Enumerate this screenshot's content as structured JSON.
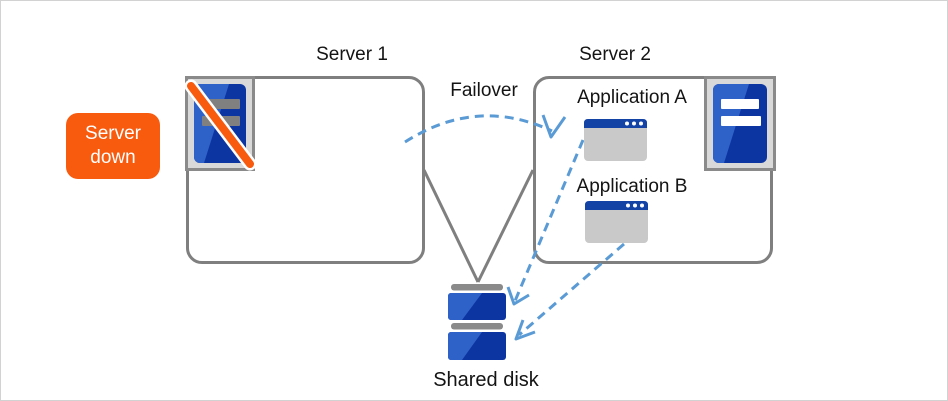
{
  "badge": {
    "label": "Server down"
  },
  "nodes": {
    "server1": {
      "label": "Server 1",
      "status": "down"
    },
    "server2": {
      "label": "Server 2",
      "status": "active"
    },
    "app_a": {
      "label": "Application A"
    },
    "app_b": {
      "label": "Application B"
    },
    "shared_disk": {
      "label": "Shared disk"
    }
  },
  "arrows": {
    "failover": {
      "label": "Failover"
    }
  },
  "icons": {
    "server1": "server-tower-crossed-icon",
    "server2": "server-tower-icon",
    "app_a": "app-window-icon",
    "app_b": "app-window-icon",
    "shared_disk": "disk-stack-icon"
  },
  "colors": {
    "badge_orange": "#f85a0e",
    "slash_orange": "#f85a0e",
    "dash_blue": "#5b9bd5",
    "connector_gray": "#7f7f7f",
    "server_blue_light": "#2f62c9",
    "server_blue_dark": "#0d35a2",
    "titlebar_navy": "#1243a5",
    "window_gray": "#c9c9c9",
    "plate_gray": "#d9d9d9",
    "plate_border_gray": "#8a8a8a",
    "bar_down_gray": "#808080",
    "text_black": "#141414",
    "canvas_border": "#d2d2d2"
  }
}
